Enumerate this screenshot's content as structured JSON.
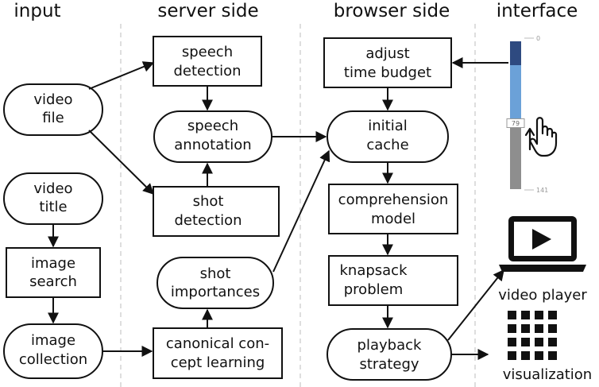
{
  "headers": {
    "input": "input",
    "server": "server side",
    "browser": "browser side",
    "interface": "interface"
  },
  "nodes": {
    "video_file": [
      "video",
      "file"
    ],
    "video_title": [
      "video",
      "title"
    ],
    "image_search": [
      "image",
      "search"
    ],
    "image_collection": [
      "image",
      "collection"
    ],
    "speech_detection": [
      "speech",
      "detection"
    ],
    "speech_annotation": [
      "speech",
      "annotation"
    ],
    "shot_detection": [
      "shot",
      "detection"
    ],
    "shot_importances": [
      "shot",
      "importances"
    ],
    "canonical_concept": [
      "canonical con-",
      "cept learning"
    ],
    "adjust_budget": [
      "adjust",
      "time budget"
    ],
    "initial_cache": [
      "initial",
      "cache"
    ],
    "comprehension_model": [
      "comprehension",
      "model"
    ],
    "knapsack_problem": [
      "knapsack",
      "problem"
    ],
    "playback_strategy": [
      "playback",
      "strategy"
    ]
  },
  "interface": {
    "slider": {
      "min_label": "0",
      "max_label": "141",
      "value_label": "79",
      "value": 79,
      "max": 141
    },
    "video_player_label": "video player",
    "visualization_label": "visualization",
    "icons": [
      "play-icon",
      "grid-icon",
      "hand-pointer-icon"
    ]
  },
  "colors": {
    "slider_dark": "#2e4a80",
    "slider_blue": "#6ba1d8",
    "slider_gray": "#8e8e8e"
  }
}
